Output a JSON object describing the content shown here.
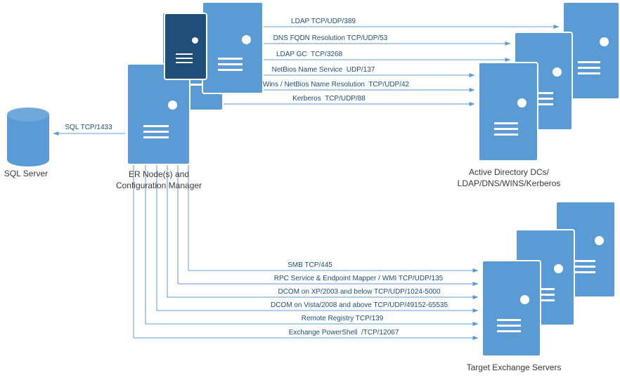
{
  "nodes": {
    "sql_server": {
      "label": "SQL Server"
    },
    "er_node": {
      "line1": "ER Node(s) and",
      "line2": "Configuration Manager"
    },
    "active_directory": {
      "line1": "Active Directory DCs/",
      "line2": "LDAP/DNS/WINS/Kerberos"
    },
    "exchange_servers": {
      "label": "Target Exchange Servers"
    }
  },
  "connections": {
    "sql": "SQL TCP/1433",
    "ldap_389": "LDAP TCP/UDP/389",
    "dns_53": "DNS FQDN Resolution TCP/UDP/53",
    "ldap_gc_3268": "LDAP GC  TCP/3268",
    "netbios_137": "NetBios Name Service  UDP/137",
    "wins_42": "Wins / NetBios Name Resolution  TCP/UDP/42",
    "kerberos_88": "Kerberos  TCP/UDP/88",
    "smb_445": "SMB TCP/445",
    "rpc_wmi_135": "RPC Service & Endpoint Mapper / WMI TCP/UDP/135",
    "dcom_xp": "DCOM on XP/2003 and below TCP/UDP/1024-5000",
    "dcom_vista": "DCOM on Vista/2008 and above TCP/UDP/49152-65535",
    "remote_registry_139": "Remote Registry TCP/139",
    "exchange_powershell": "Exchange PowerShell  /TCP/12067"
  },
  "colors": {
    "server_fill": "#5B9BD5",
    "server_dark_fill": "#1F4E79",
    "wire": "#5B9BD5",
    "wire_label_text": "#1F4E79"
  }
}
